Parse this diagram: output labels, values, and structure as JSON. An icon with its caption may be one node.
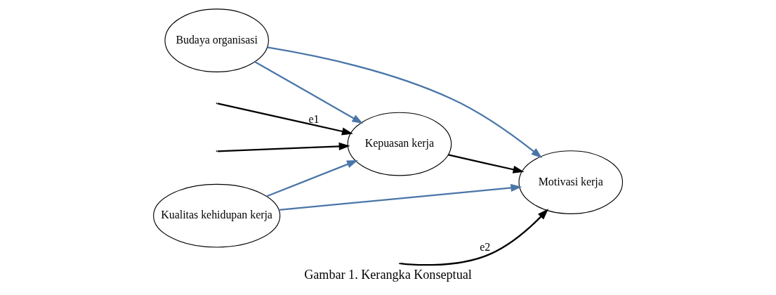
{
  "diagram": {
    "caption": "Gambar 1. Kerangka Konseptual",
    "nodes": [
      {
        "text": [
          "Budaya organisasi"
        ]
      },
      {
        "text": [
          "Kualitas kehidupan kerja"
        ]
      },
      {
        "text": [
          "Kepuasan kerja"
        ]
      },
      {
        "text": [
          "Motivasi kerja"
        ]
      }
    ],
    "edges": [
      {
        "from": 0,
        "to": 3,
        "arrow": "to",
        "color": "#4a76a8"
      },
      {
        "from": 0,
        "to": 2,
        "arrow": "to",
        "color": "#4a76a8"
      },
      {
        "from": null,
        "to": 2,
        "arrow": "to",
        "label": "e1",
        "color": "#000000"
      },
      {
        "from": null,
        "to": 3,
        "arrow": "to",
        "label": "e2",
        "color": "#000000"
      },
      {
        "from": null,
        "to": 2,
        "arrow": "to",
        "color": "#000000"
      },
      {
        "from": 2,
        "to": 3,
        "arrow": "to",
        "color": "#000000"
      },
      {
        "from": 1,
        "to": 2,
        "arrow": "to",
        "color": "#4a76a8"
      },
      {
        "from": 1,
        "to": 3,
        "arrow": "to",
        "color": "#4a76a8"
      }
    ]
  }
}
